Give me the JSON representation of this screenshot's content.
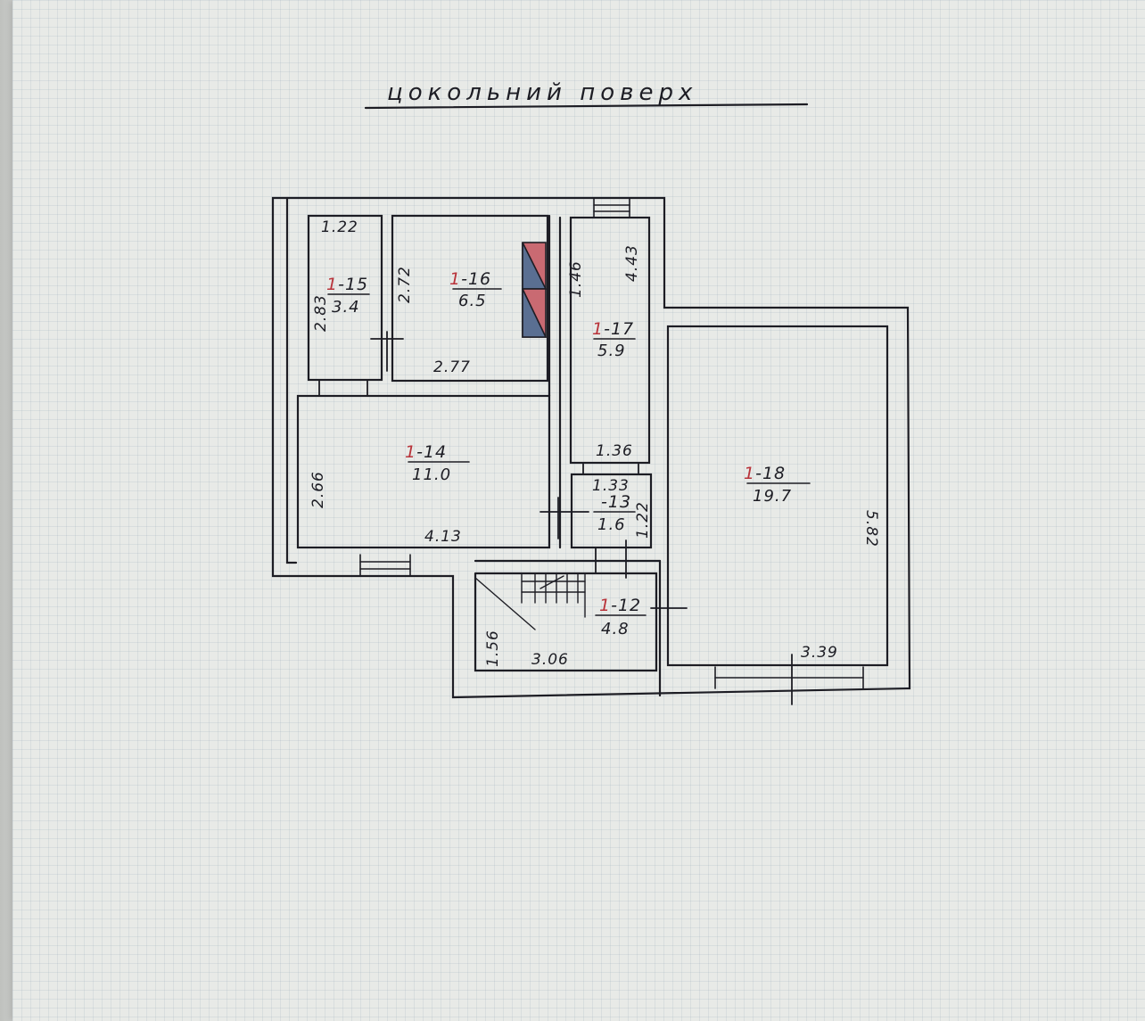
{
  "title": "цокольний поверх",
  "rooms": [
    {
      "prefix": "1",
      "suffix": "-12",
      "area": "4.8"
    },
    {
      "prefix": "",
      "suffix": "-13",
      "area": "1.6"
    },
    {
      "prefix": "1",
      "suffix": "-14",
      "area": "11.0"
    },
    {
      "prefix": "1",
      "suffix": "-15",
      "area": "3.4"
    },
    {
      "prefix": "1",
      "suffix": "-16",
      "area": "6.5"
    },
    {
      "prefix": "1",
      "suffix": "-17",
      "area": "5.9"
    },
    {
      "prefix": "1",
      "suffix": "-18",
      "area": "19.7"
    }
  ],
  "dimensions": {
    "r15_width": "1.22",
    "r15_height": "2.83",
    "r16_height": "2.72",
    "r16_width": "2.77",
    "r17_width_top": "1.46",
    "r17_height": "4.43",
    "r17_width_bottom": "1.36",
    "r14_height": "2.66",
    "r14_width": "4.13",
    "r13_width": "1.33",
    "r13_height": "1.22",
    "r18_height": "5.82",
    "r18_width": "3.39",
    "r12_height": "1.56",
    "r12_width": "3.06"
  },
  "colors": {
    "ink": "#1d1d24",
    "red_ink": "#b8333a",
    "chimney_red": "#c96a72",
    "chimney_blue": "#5a6f92"
  }
}
